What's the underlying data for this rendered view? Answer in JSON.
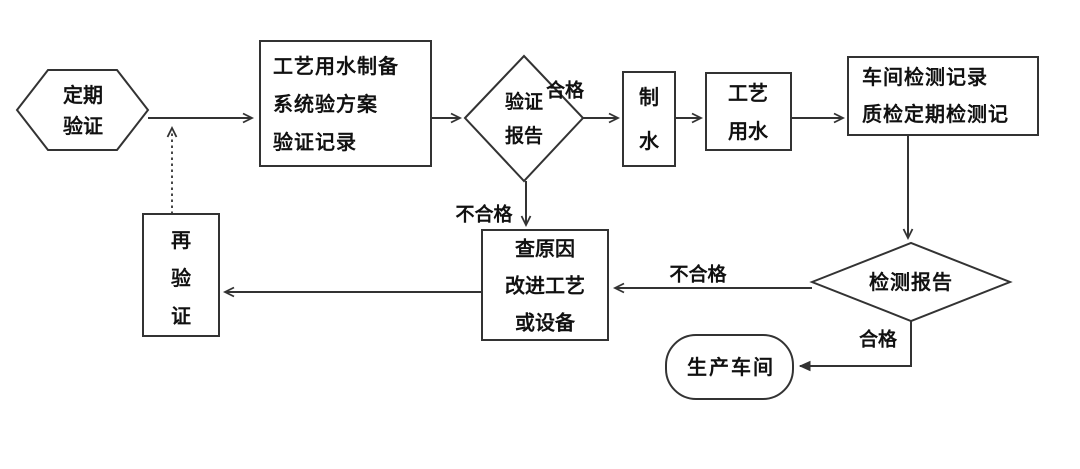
{
  "diagram": {
    "nodes": {
      "periodic_validation": {
        "label": "定期\n验证",
        "shape": "hexagon"
      },
      "plan_record": {
        "label": "工艺用水制备\n系统验方案\n验证记录",
        "shape": "rectangle"
      },
      "validation_report": {
        "label": "验证\n报告",
        "shape": "diamond"
      },
      "make_water": {
        "label": "制\n水",
        "shape": "rectangle"
      },
      "process_water": {
        "label": "工艺\n用水",
        "shape": "rectangle"
      },
      "inspection_records": {
        "label": "车间检测记录\n质检定期检测记",
        "shape": "rectangle"
      },
      "test_report": {
        "label": "检测报告",
        "shape": "diamond"
      },
      "production_workshop": {
        "label": "生产车间",
        "shape": "stadium"
      },
      "investigate_improve": {
        "label": "查原因\n改进工艺\n或设备",
        "shape": "rectangle"
      },
      "revalidation": {
        "label": "再\n验\n证",
        "shape": "rectangle"
      }
    },
    "edge_labels": {
      "pass_validation": "合格",
      "fail_validation": "不合格",
      "fail_test": "不合格",
      "pass_test": "合格"
    },
    "colors": {
      "line": "#333333",
      "text": "#111111",
      "background": "#ffffff"
    }
  }
}
